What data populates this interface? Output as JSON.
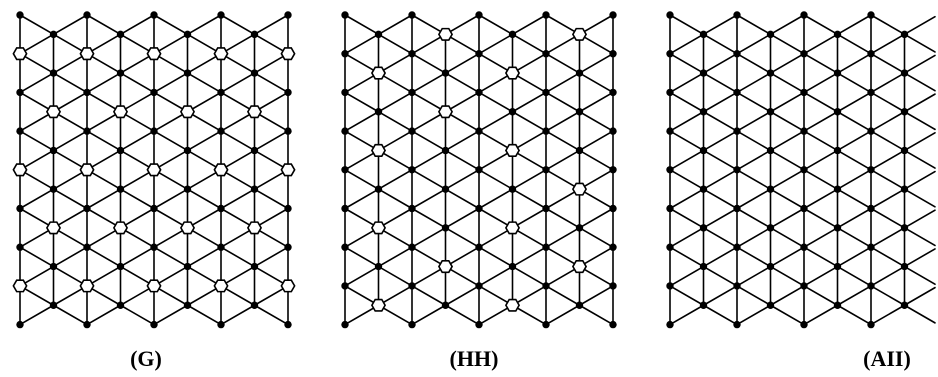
{
  "panels": [
    {
      "label": "(G)"
    },
    {
      "label": "(HH)"
    },
    {
      "label": "(AII)"
    }
  ],
  "icons": {
    "site": "filled-dot",
    "marked_site": "open-hexagon"
  },
  "colors": {
    "ink": "#000000",
    "marker_fill": "#ffffff",
    "background": "#ffffff"
  }
}
